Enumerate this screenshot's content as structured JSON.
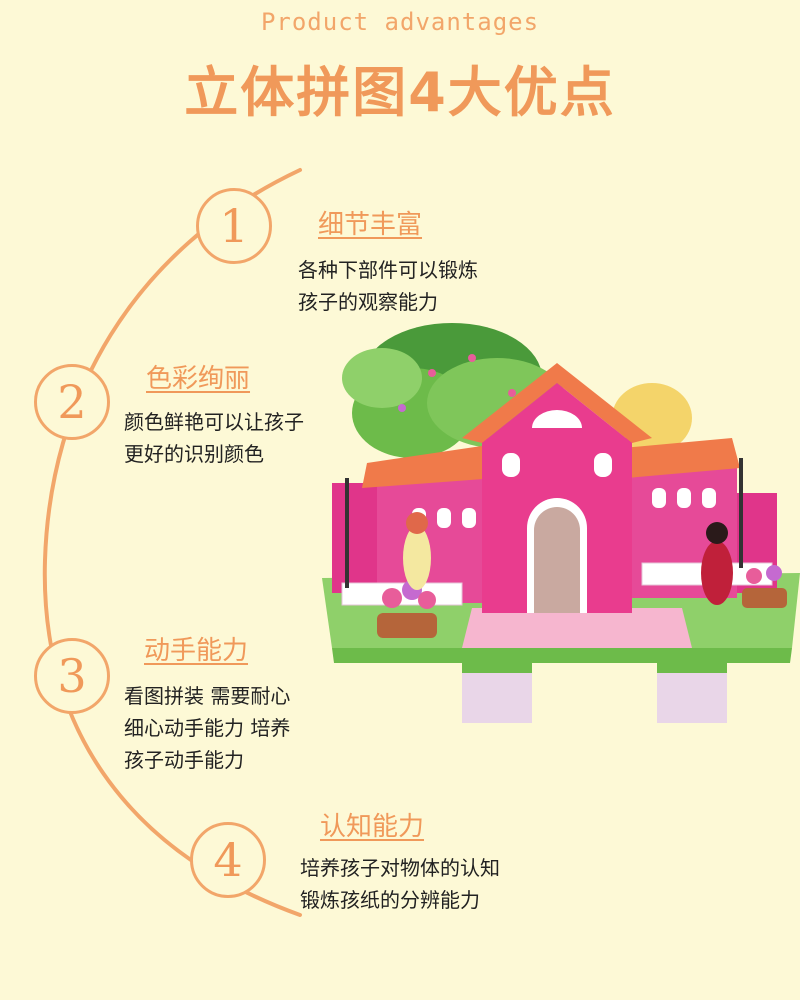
{
  "header": {
    "subtitle": "Product advantages",
    "title": "立体拼图4大优点"
  },
  "colors": {
    "accent": "#f0995a",
    "background": "#fdf9d6",
    "text": "#222222"
  },
  "items": [
    {
      "number": "1",
      "title": "细节丰富",
      "lines": [
        "各种下部件可以锻炼",
        "孩子的观察能力"
      ]
    },
    {
      "number": "2",
      "title": "色彩绚丽",
      "lines": [
        "颜色鲜艳可以让孩子",
        "更好的识别颜色"
      ]
    },
    {
      "number": "3",
      "title": "动手能力",
      "lines": [
        "看图拼装 需要耐心",
        "细心动手能力 培养",
        "孩子动手能力"
      ]
    },
    {
      "number": "4",
      "title": "认知能力",
      "lines": [
        "培养孩子对物体的认知",
        "锻炼孩纸的分辨能力"
      ]
    }
  ]
}
